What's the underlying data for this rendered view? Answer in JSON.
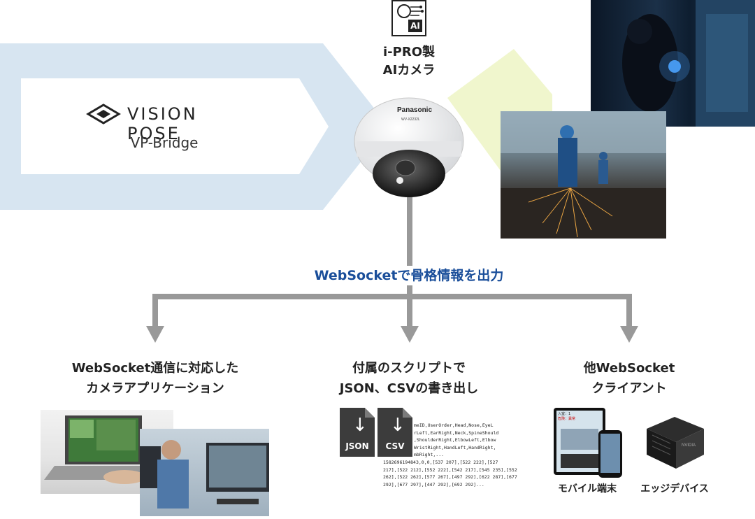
{
  "brand": {
    "logo_text": "VISION POSE",
    "product": "VP-Bridge"
  },
  "camera": {
    "ai_icon_text": "AI",
    "label_line1": "i-PRO製",
    "label_line2": "AIカメラ",
    "body_brand": "Panasonic",
    "body_model": "WV-X2232L"
  },
  "stream_label": "WebSocketで骨格情報を出力",
  "outputs": [
    {
      "line1": "WebSocket通信に対応した",
      "line2": "カメラアプリケーション"
    },
    {
      "line1": "付属のスクリプトで",
      "line2": "JSON、CSVの書き出し"
    },
    {
      "line1": "他WebSocket",
      "line2": "クライアント"
    }
  ],
  "files": [
    {
      "label": "JSON"
    },
    {
      "label": "CSV"
    }
  ],
  "script_preview": [
    "meID,UserOrder,Head,Nose,EyeL",
    "rLeft,EarRight,Neck,SpineShould",
    ",ShoulderRight,ElbowLeft,Elbow",
    "WristRight,HandLeft,HandRight,",
    "mbRight,...",
    "1582696194843,0,0,[537    207],[522    222],[527",
    "217],[522 212],[552 222],[542 217],[545 235],[552",
    "262],[522 262],[577 267],[497 292],[622 287],[677",
    "292],[677 297],[447 292],[692 292]..."
  ],
  "devices": {
    "mobile_label": "モバイル端末",
    "edge_label": "エッジデバイス",
    "tablet_text_line1": "入室：1",
    "tablet_text_line2": "危険：異常",
    "edge_brand": "NVIDIA"
  },
  "colors": {
    "arrow_band": "#d7e5f1",
    "stream_label": "#1a4e9a",
    "connector": "#999999",
    "beam": "#eef5c8"
  }
}
